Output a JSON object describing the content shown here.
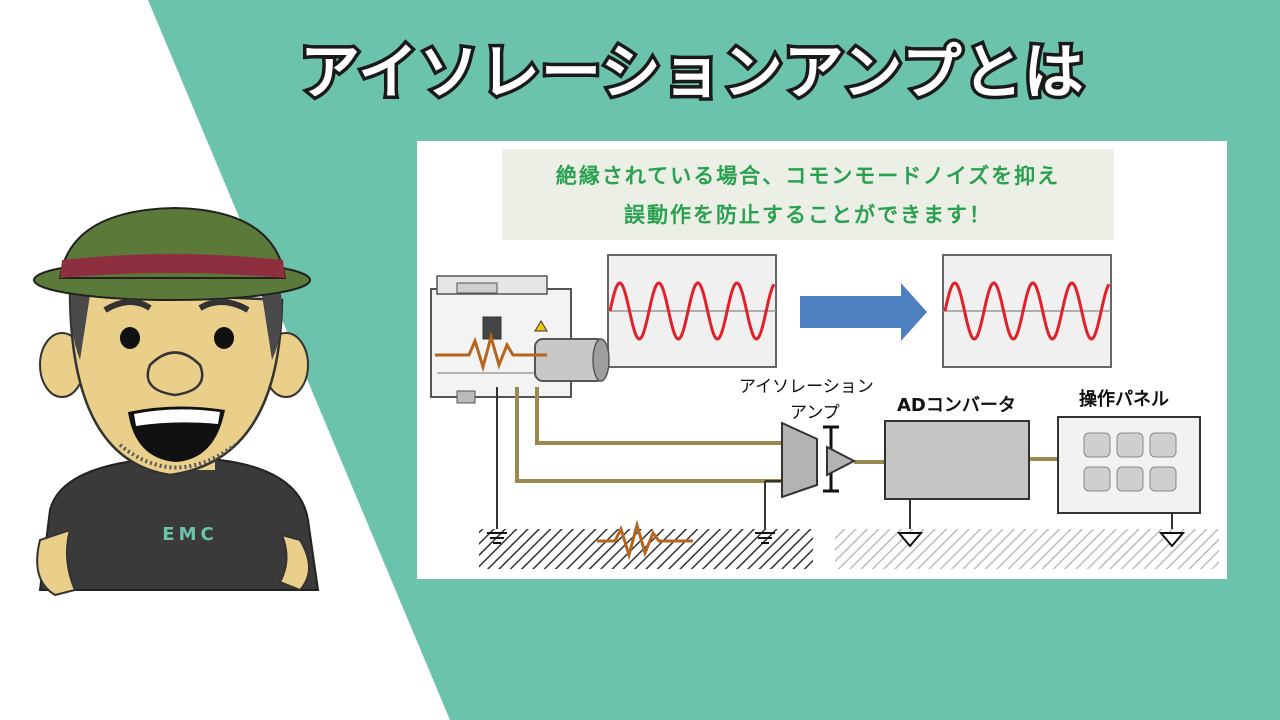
{
  "title": "アイソレーションアンプとは",
  "callout": {
    "line1": "絶縁されている場合、コモンモードノイズを抑え",
    "line2": "誤動作を防止することができます！"
  },
  "diagram": {
    "isolation_amp_label_line1": "アイソレーション",
    "isolation_amp_label_line2": "アンプ",
    "ad_converter_label": "ADコンバータ",
    "control_panel_label": "操作パネル"
  },
  "character": {
    "shirt_text": "EMC"
  },
  "colors": {
    "background": "#6cc3ab",
    "callout_text": "#2aa150",
    "signal_wave": "#e0202a",
    "arrow": "#4e7fc1",
    "cable": "#9a8a52",
    "noise": "#b5651d"
  }
}
